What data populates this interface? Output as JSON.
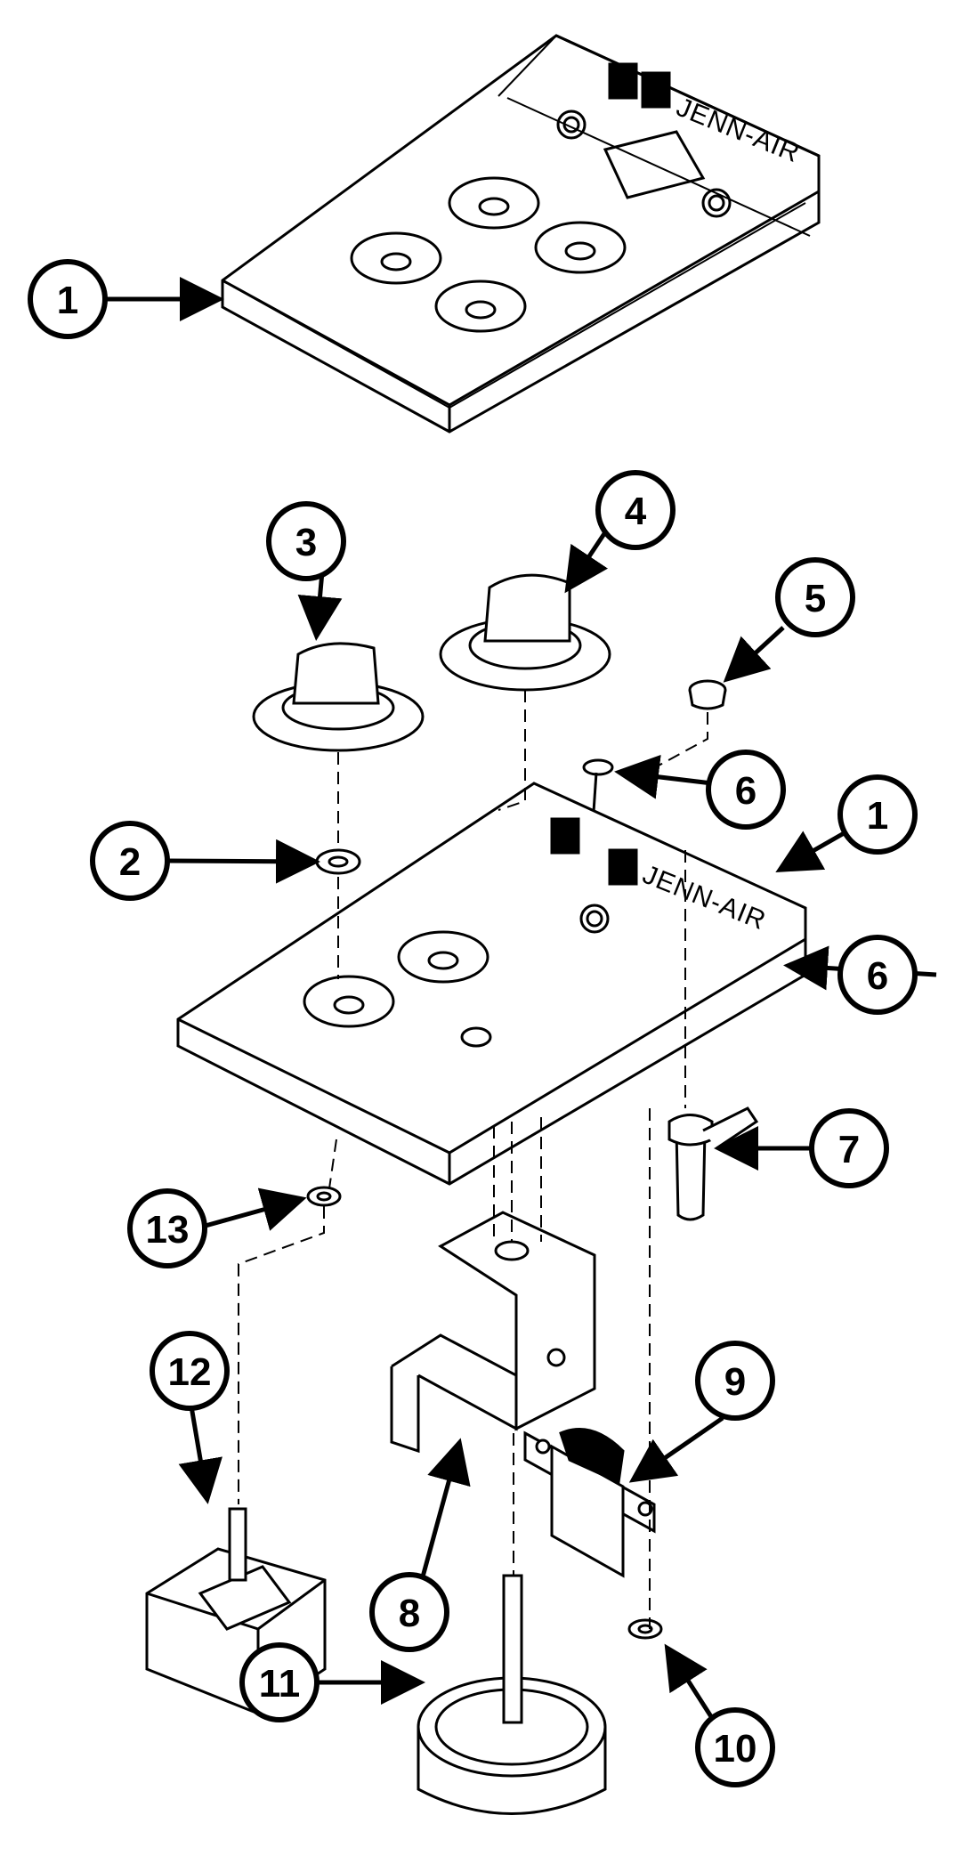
{
  "brand": "JENN-AIR",
  "callouts": [
    {
      "id": "c1a",
      "number": "1"
    },
    {
      "id": "c3",
      "number": "3"
    },
    {
      "id": "c4",
      "number": "4"
    },
    {
      "id": "c5",
      "number": "5"
    },
    {
      "id": "c6a",
      "number": "6"
    },
    {
      "id": "c2",
      "number": "2"
    },
    {
      "id": "c1b",
      "number": "1"
    },
    {
      "id": "c6b",
      "number": "6"
    },
    {
      "id": "c7",
      "number": "7"
    },
    {
      "id": "c13",
      "number": "13"
    },
    {
      "id": "c12",
      "number": "12"
    },
    {
      "id": "c9",
      "number": "9"
    },
    {
      "id": "c8",
      "number": "8"
    },
    {
      "id": "c11",
      "number": "11"
    },
    {
      "id": "c10",
      "number": "10"
    }
  ]
}
